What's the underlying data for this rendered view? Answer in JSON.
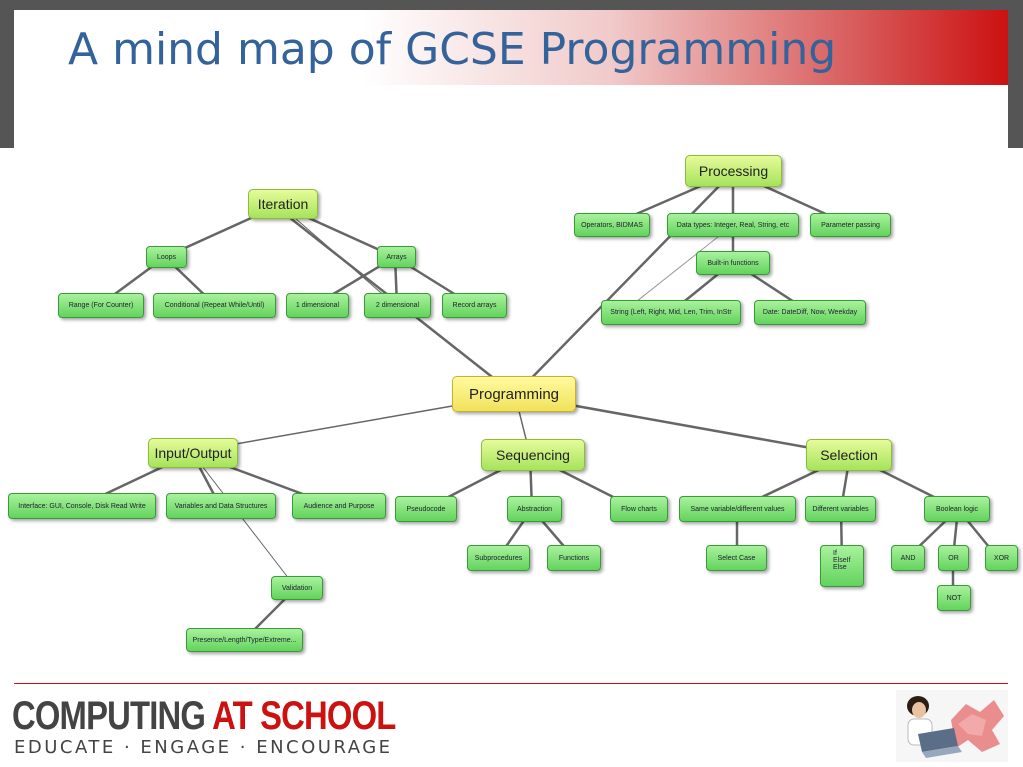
{
  "slide": {
    "title": "A mind map of GCSE Programming"
  },
  "mindmap": {
    "programming": "Programming",
    "iteration": "Iteration",
    "loops": "Loops",
    "range": "Range (For Counter)",
    "conditional": "Conditional (Repeat While/Until)",
    "arrays": "Arrays",
    "dim1": "1 dimensional",
    "dim2": "2 dimensional",
    "record": "Record arrays",
    "processing": "Processing",
    "operators": "Operators, BIDMAS",
    "datatypes": "Data types: Integer, Real, String, etc",
    "parameter": "Parameter passing",
    "builtin": "Built-in functions",
    "string": "String (Left, Right, Mid, Len, Trim, InStr",
    "date": "Date: DateDiff, Now, Weekday",
    "io": "Input/Output",
    "interface": "Interface: GUI, Console, Disk Read Write",
    "variables": "Variables and Data Structures",
    "audience": "Audience and Purpose",
    "validation": "Validation",
    "presence": "Presence/Length/Type/Extreme...",
    "sequencing": "Sequencing",
    "pseudocode": "Pseudocode",
    "abstraction": "Abstraction",
    "subprocedures": "Subprocedures",
    "functions": "Functions",
    "flowcharts": "Flow charts",
    "selection": "Selection",
    "samevar": "Same variable/different values",
    "selectcase": "Select Case",
    "diffvar": "Different variables",
    "ifelse": "If\nElseIf\nElse",
    "boolean": "Boolean logic",
    "and": "AND",
    "or": "OR",
    "xor": "XOR",
    "not": "NOT"
  },
  "footer": {
    "logo_part1": "COMPUTING",
    "logo_part2": "AT SCHOOL",
    "tagline": "EDUCATE · ENGAGE · ENCOURAGE"
  },
  "colors": {
    "accent": "#cc1111",
    "title": "#33639a",
    "node_green": "#7de070",
    "root_yellow": "#f6ec74"
  }
}
